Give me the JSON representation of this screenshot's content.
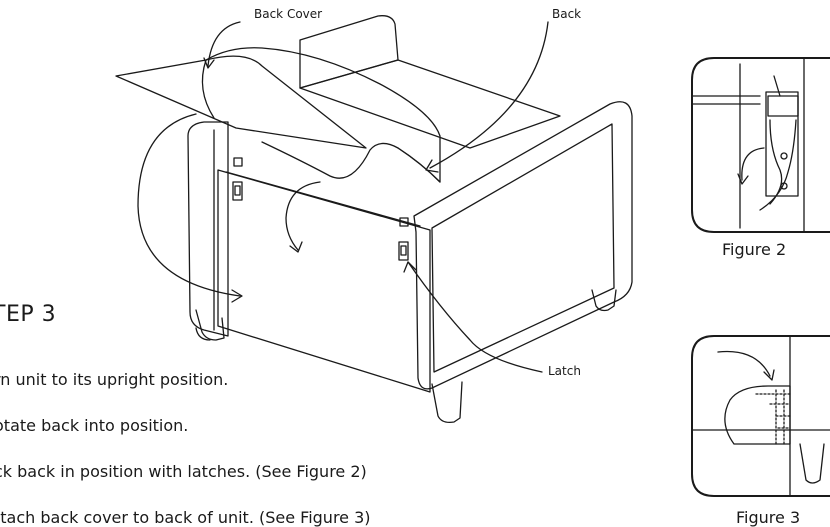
{
  "callouts": {
    "back_cover": "Back Cover",
    "back": "Back",
    "latch": "Latch"
  },
  "step": {
    "title": "TEP 3",
    "instructions": [
      "rn unit to its upright position.",
      "otate back into position.",
      "ck back in position with latches. (See Figure 2)",
      "ttach back cover to back of unit. (See Figure 3)"
    ]
  },
  "figures": {
    "figure2_caption": "Figure 2",
    "figure3_caption": "Figure 3"
  },
  "colors": {
    "line": "#1a1a1a",
    "background": "#ffffff"
  }
}
